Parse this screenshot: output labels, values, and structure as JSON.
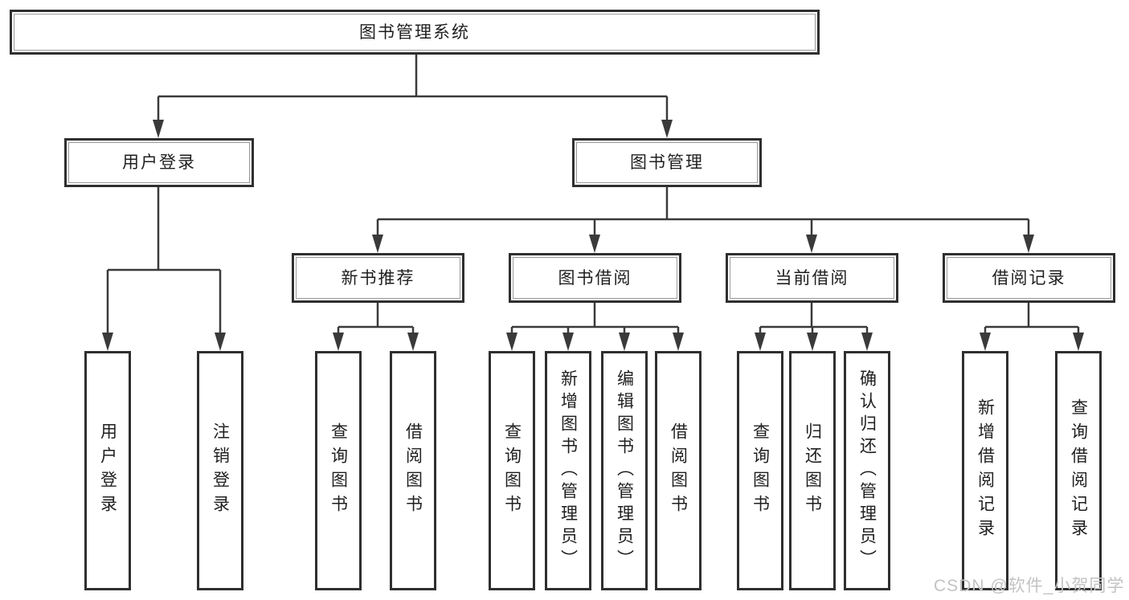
{
  "tree": {
    "root": {
      "label": "图书管理系统"
    },
    "user_login": {
      "label": "用户登录",
      "children": [
        {
          "label": "用户登录"
        },
        {
          "label": "注销登录"
        }
      ]
    },
    "book_mgmt": {
      "label": "图书管理",
      "groups": [
        {
          "label": "新书推荐",
          "children": [
            {
              "label": "查询图书"
            },
            {
              "label": "借阅图书"
            }
          ]
        },
        {
          "label": "图书借阅",
          "children": [
            {
              "label": "查询图书"
            },
            {
              "label": "新增图书（管理员）"
            },
            {
              "label": "编辑图书（管理员）"
            },
            {
              "label": "借阅图书"
            }
          ]
        },
        {
          "label": "当前借阅",
          "children": [
            {
              "label": "查询图书"
            },
            {
              "label": "归还图书"
            },
            {
              "label": "确认归还（管理员）"
            }
          ]
        },
        {
          "label": "借阅记录",
          "children": [
            {
              "label": "新增借阅记录"
            },
            {
              "label": "查询借阅记录"
            }
          ]
        }
      ]
    }
  },
  "watermark": "CSDN @软件_小贺同学",
  "colors": {
    "background": "#ffffff",
    "line": "#3a3a3a",
    "box_border": "#2f2f2f",
    "text": "#1f1f1f",
    "watermark": "#c3c3c3"
  }
}
